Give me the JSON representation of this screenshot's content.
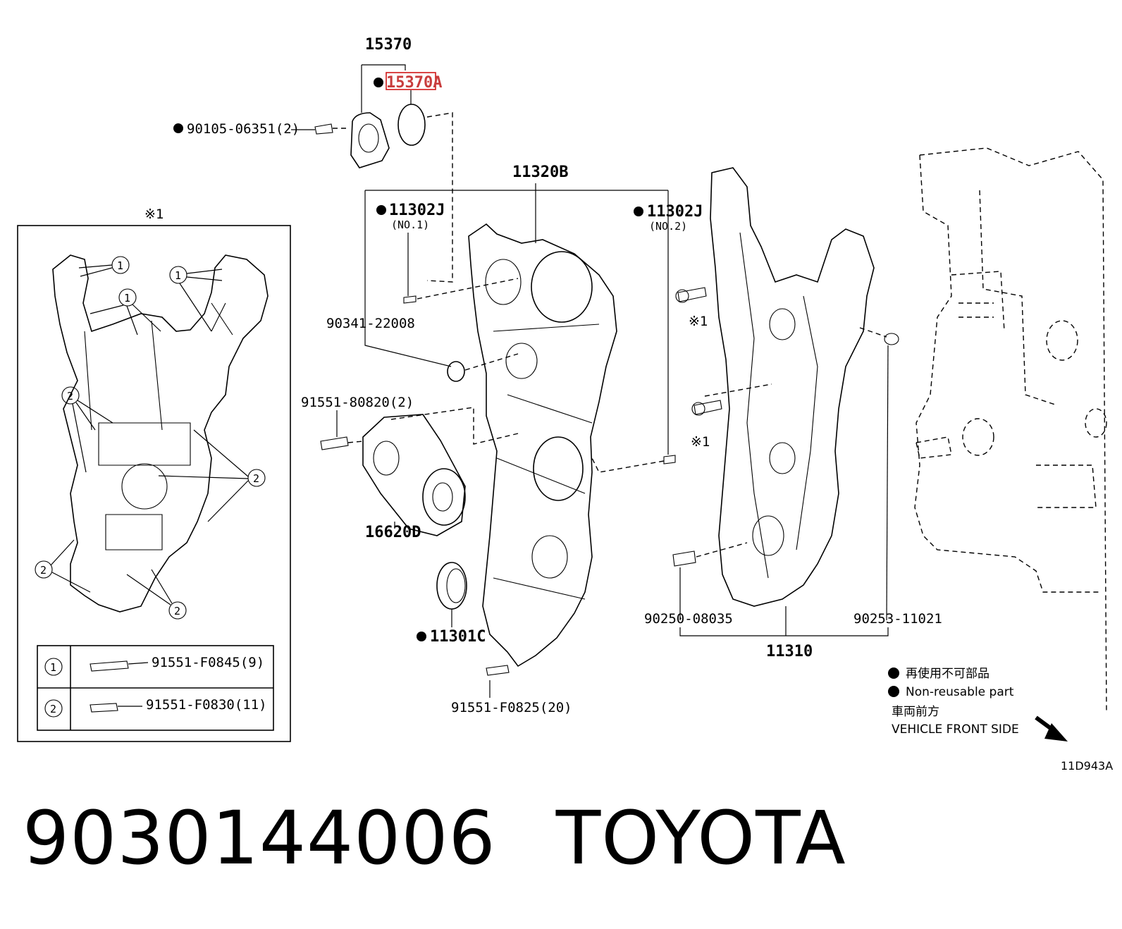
{
  "diagram": {
    "labels": {
      "p15370": "15370",
      "p15370A": "15370A",
      "p90105": "90105-06351(2)",
      "p11320B": "11320B",
      "p11302J_1": "11302J",
      "no1": "(NO.1)",
      "p11302J_2": "11302J",
      "no2": "(NO.2)",
      "p90341": "90341-22008",
      "p91551_80820": "91551-80820(2)",
      "p16620D": "16620D",
      "p11301C": "11301C",
      "p91551_F0825": "91551-F0825(20)",
      "note1a": "※1",
      "note1b": "※1",
      "p90250": "90250-08035",
      "p90253": "90253-11021",
      "p11310": "11310",
      "inset_title": "※1",
      "callout_1": "1",
      "callout_2": "2",
      "row1_num": "1",
      "row1_part": "91551-F0845(9)",
      "row2_num": "2",
      "row2_part": "91551-F0830(11)"
    },
    "legend": {
      "jp": "再使用不可部品",
      "en": "Non-reusable part",
      "front_jp": "車両前方",
      "front_en": "VEHICLE FRONT SIDE"
    },
    "ref_code": "11D943A",
    "highlight_color": "#d01818"
  },
  "caption": {
    "part_number": "9030144006",
    "brand": "TOYOTA"
  }
}
